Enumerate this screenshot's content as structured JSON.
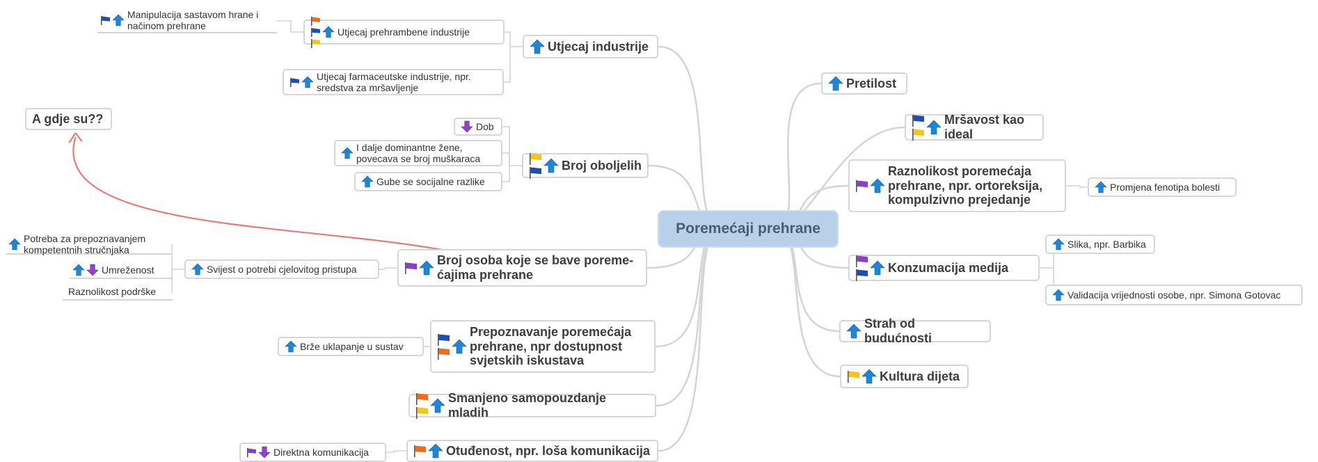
{
  "root": {
    "label": "Poremećaji prehrane"
  },
  "main_topics": [
    {
      "id": "utjecaj-industrije",
      "label": "Utjecaj industrije",
      "icons": [
        "arrow-up-icon"
      ]
    },
    {
      "id": "broj-oboljelih",
      "label": "Broj oboljelih",
      "icons": [
        "flag-yellow-icon",
        "flag-blue-icon",
        "arrow-up-icon"
      ]
    },
    {
      "id": "broj-osoba",
      "label": "Broj osoba koje se bave poreme-\nćajima prehrane",
      "icons": [
        "flag-purple-icon",
        "arrow-up-icon"
      ]
    },
    {
      "id": "prepoznavanje",
      "label": "Prepoznavanje poremećaja\nprehrane, npr dostupnost\nsvjetskih iskustava",
      "icons": [
        "flag-blue-icon",
        "flag-orange-icon",
        "arrow-up-icon"
      ]
    },
    {
      "id": "samopouzdanje",
      "label": "Smanjeno samopouzdanje mladih",
      "icons": [
        "flag-orange-icon",
        "flag-yellow-icon",
        "arrow-up-icon"
      ]
    },
    {
      "id": "otudenost",
      "label": "Otuđenost, npr. loša komunikacija",
      "icons": [
        "flag-orange-icon",
        "arrow-up-icon"
      ]
    },
    {
      "id": "pretilost",
      "label": "Pretilost",
      "icons": [
        "arrow-up-icon"
      ]
    },
    {
      "id": "mrsavost",
      "label": "Mršavost kao ideal",
      "icons": [
        "flag-blue-icon",
        "flag-yellow-icon",
        "arrow-up-icon"
      ]
    },
    {
      "id": "raznolikost",
      "label": "Raznolikost poremećaja\nprehrane, npr. ortoreksija,\nkompulzivno prejedanje",
      "icons": [
        "flag-purple-icon",
        "arrow-up-icon"
      ]
    },
    {
      "id": "mediji",
      "label": "Konzumacija medija",
      "icons": [
        "flag-purple-icon",
        "flag-blue-icon",
        "arrow-up-icon"
      ]
    },
    {
      "id": "strah",
      "label": "Strah od budućnosti",
      "icons": [
        "arrow-up-icon"
      ]
    },
    {
      "id": "kultura",
      "label": "Kultura dijeta",
      "icons": [
        "flag-yellow-icon",
        "arrow-up-icon"
      ]
    }
  ],
  "sub_topics": [
    {
      "id": "manipulacija",
      "label": "Manipulacija sastavom hrane i\nnačinom prehrane",
      "icons": [
        "flag-blue-icon",
        "arrow-up-icon"
      ]
    },
    {
      "id": "prehrambena",
      "label": "Utjecaj prehrambene industrije",
      "icons": [
        "flag-orange-icon",
        "flag-blue-icon",
        "flag-yellow-icon",
        "arrow-up-icon"
      ]
    },
    {
      "id": "farmaceutska",
      "label": "Utjecaj farmaceutske industrije, npr.\nsredstva za mršavljenje",
      "icons": [
        "flag-blue-icon",
        "arrow-up-icon"
      ]
    },
    {
      "id": "dob",
      "label": "Dob",
      "icons": [
        "arrow-down-icon"
      ]
    },
    {
      "id": "zene",
      "label": "I dalje dominantne žene,\npovecava se broj muškaraca",
      "icons": [
        "arrow-up-icon"
      ]
    },
    {
      "id": "socijalne",
      "label": "Gube se socijalne razlike",
      "icons": [
        "arrow-up-icon"
      ]
    },
    {
      "id": "svijest",
      "label": "Svijest o potrebi cjelovitog pristupa",
      "icons": [
        "arrow-up-icon"
      ]
    },
    {
      "id": "potreba",
      "label": "Potreba za prepoznavanjem\nkompetentnih stručnjaka",
      "icons": [
        "arrow-up-icon"
      ]
    },
    {
      "id": "umrezenost",
      "label": "Umreženost",
      "icons": [
        "arrow-up-icon",
        "arrow-down-icon"
      ]
    },
    {
      "id": "podrska",
      "label": "Raznolikost podrške",
      "icons": []
    },
    {
      "id": "uklapanje",
      "label": "Brže uklapanje u sustav",
      "icons": [
        "arrow-up-icon"
      ]
    },
    {
      "id": "direktna",
      "label": "Direktna komunikacija",
      "icons": [
        "flag-purple-icon",
        "arrow-down-icon"
      ]
    },
    {
      "id": "fenotip",
      "label": "Promjena fenotipa bolesti",
      "icons": [
        "arrow-up-icon"
      ]
    },
    {
      "id": "barbika",
      "label": "Slika, npr. Barbika",
      "icons": [
        "arrow-up-icon"
      ]
    },
    {
      "id": "validacija",
      "label": "Validacija vrijednosti osobe, npr. Simona Gotovac",
      "icons": [
        "arrow-up-icon"
      ]
    }
  ],
  "floating": {
    "label": "A gdje su??"
  },
  "colors": {
    "root_fill": "#b9d0ea",
    "border": "#d6d6d6",
    "link": "#d4d4d4",
    "relationship": "#e87a7a",
    "arrow_up": "#1f86d6",
    "arrow_down": "#8e44cc",
    "flag_blue": "#1a4fb0",
    "flag_orange": "#f26b1d",
    "flag_yellow": "#f5c518",
    "flag_purple": "#8a3fc7"
  }
}
